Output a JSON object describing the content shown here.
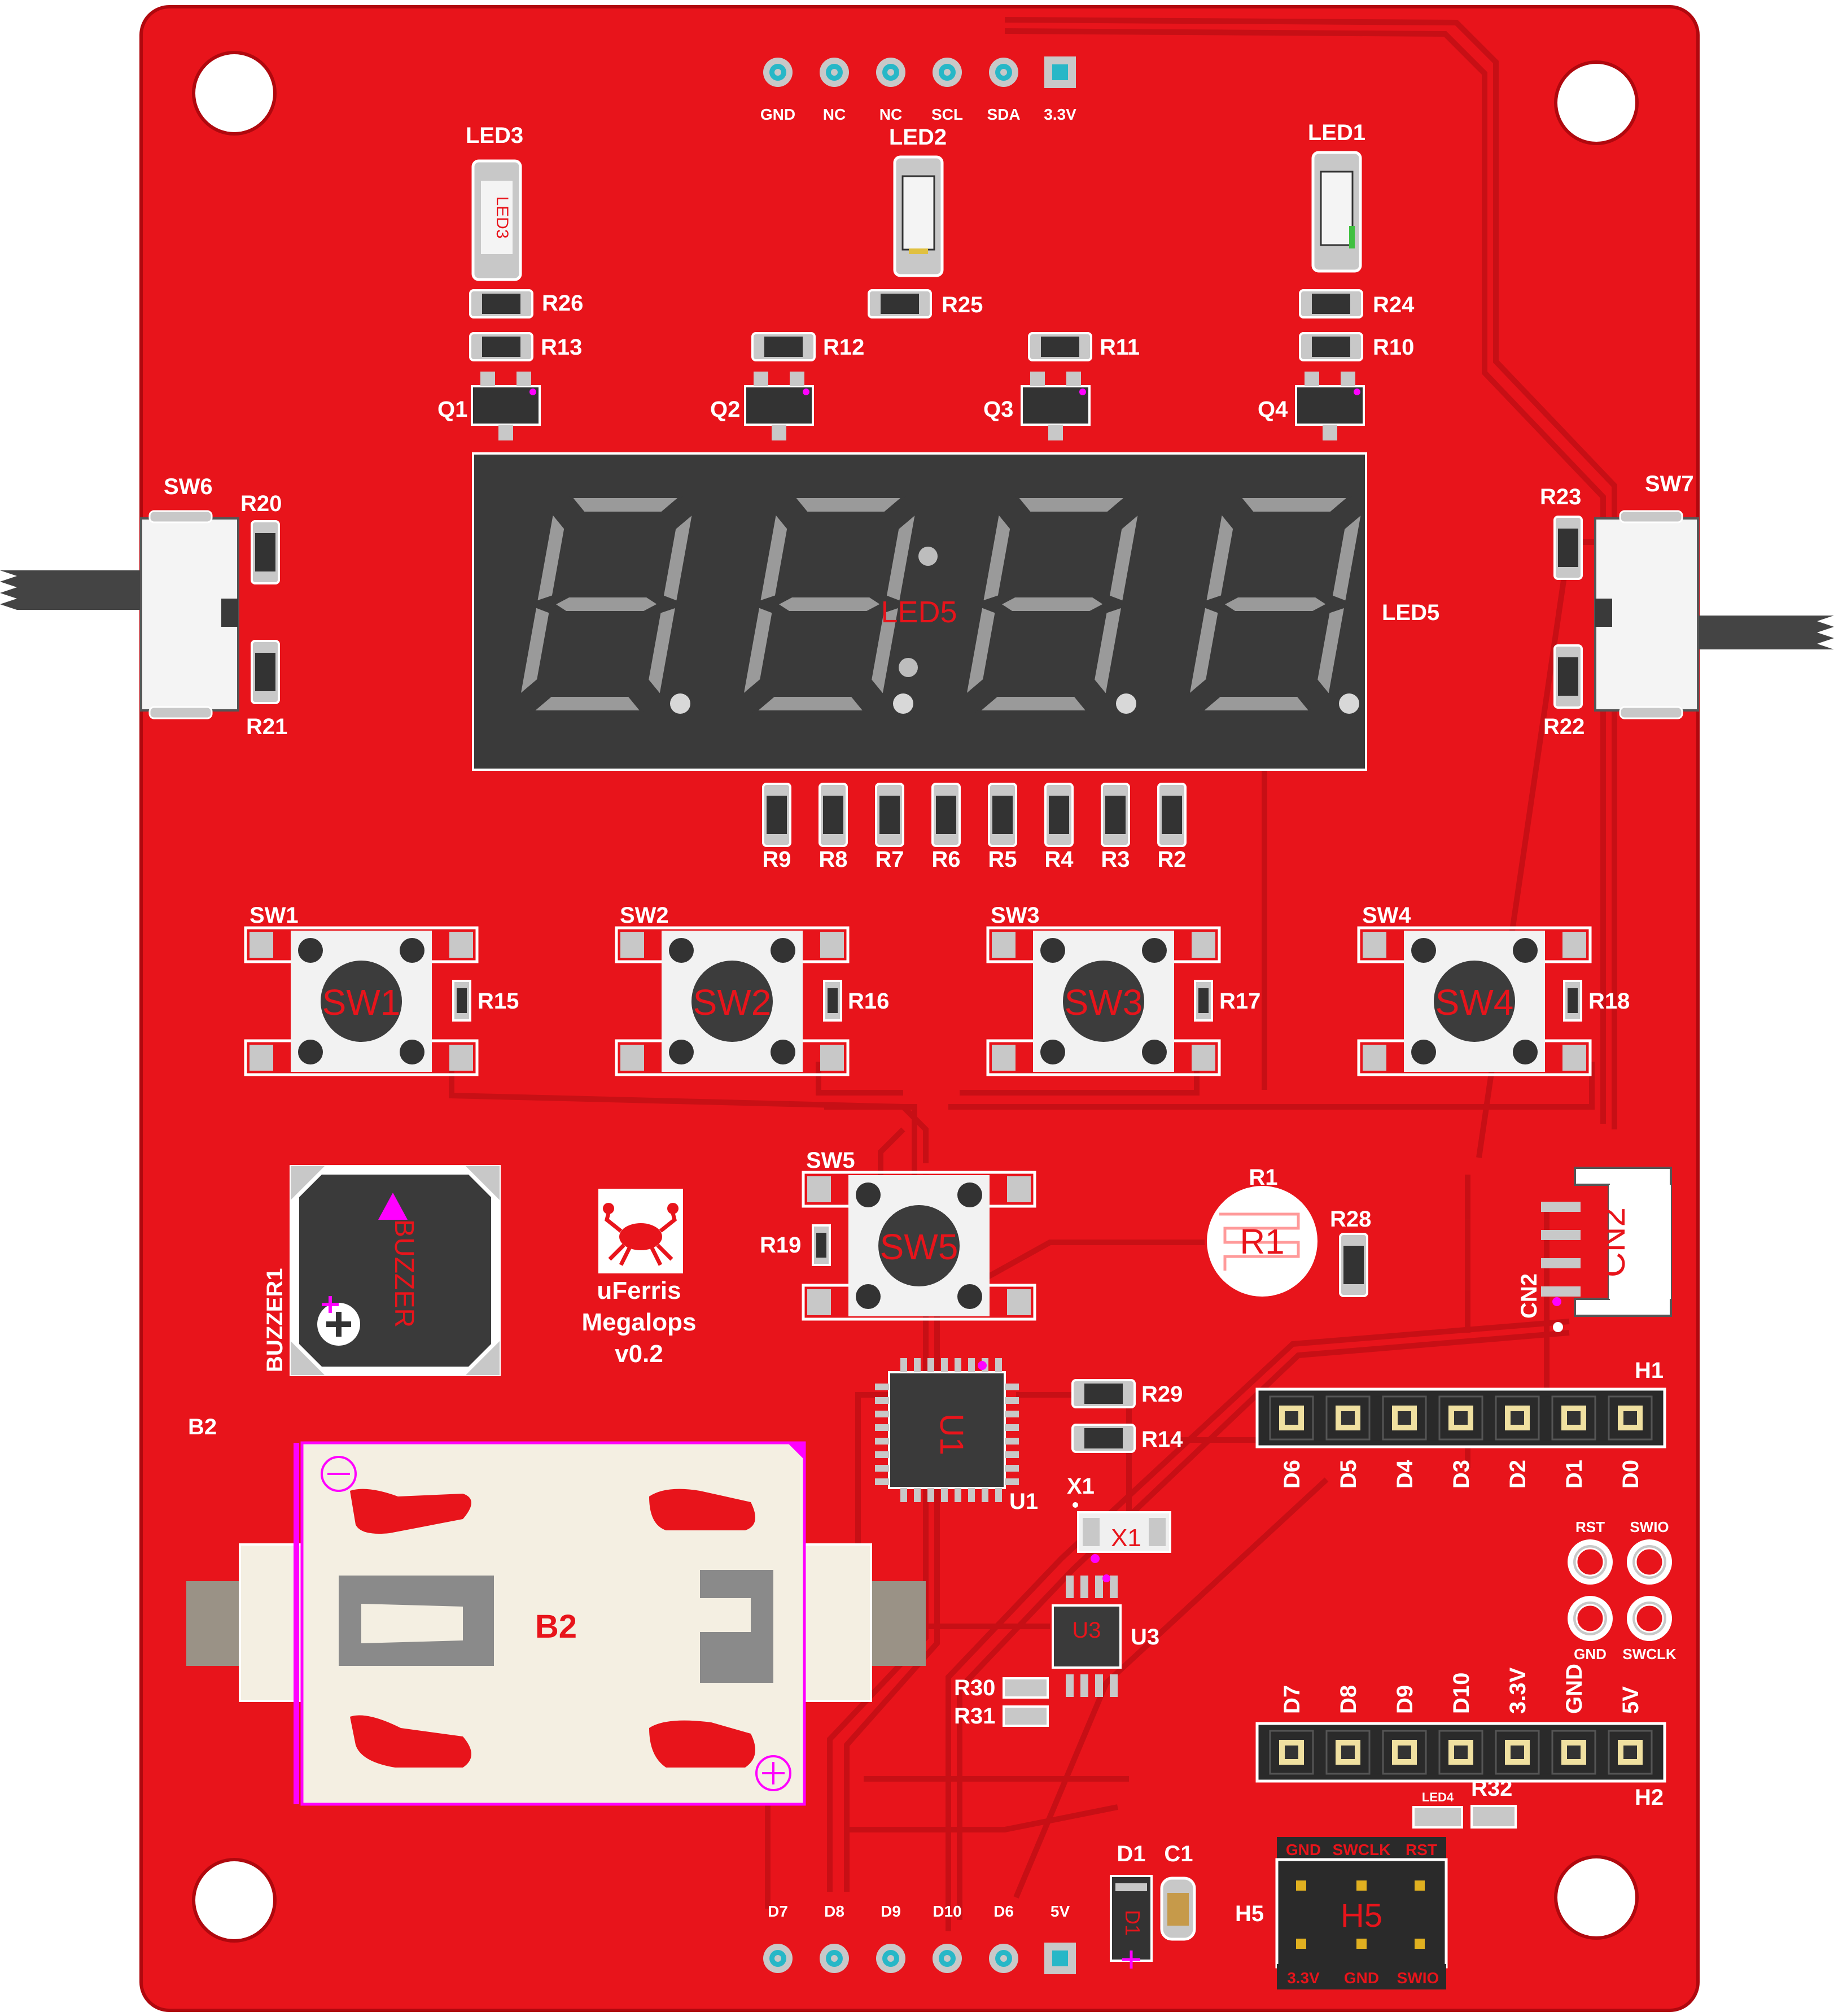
{
  "colors": {
    "board": "#e8141b",
    "board_edge": "#b0080e",
    "silk": "#ffffff",
    "pad": "#c8c8c8",
    "pad_teal": "#27b7c7",
    "display": "#3a3a3a",
    "segment": "#9a9a9a",
    "assembly": "#ff00ff",
    "copper": "#cf1016",
    "header_pin": "#e0b020"
  },
  "top_header": {
    "labels": [
      "GND",
      "NC",
      "NC",
      "SCL",
      "SDA",
      "3.3V"
    ]
  },
  "bottom_header": {
    "labels": [
      "D7",
      "D8",
      "D9",
      "D10",
      "D6",
      "5V"
    ]
  },
  "leds": {
    "led1": "LED1",
    "led2": "LED2",
    "led3": "LED3",
    "led4": "LED4"
  },
  "transistors": [
    "Q1",
    "Q2",
    "Q3",
    "Q4"
  ],
  "resistors": {
    "r24": "R24",
    "r25": "R25",
    "r26": "R26",
    "r10": "R10",
    "r11": "R11",
    "r12": "R12",
    "r13": "R13",
    "r20": "R20",
    "r21": "R21",
    "r22": "R22",
    "r23": "R23",
    "seg": [
      "R9",
      "R8",
      "R7",
      "R6",
      "R5",
      "R4",
      "R3",
      "R2"
    ],
    "r15": "R15",
    "r16": "R16",
    "r17": "R17",
    "r18": "R18",
    "r19": "R19",
    "r28": "R28",
    "r29": "R29",
    "r14": "R14",
    "r30": "R30",
    "r31": "R31",
    "r32": "R32"
  },
  "slide_switches": {
    "left": "SW6",
    "right": "SW7"
  },
  "display": {
    "name": "LED5",
    "overlay": "LED5"
  },
  "buttons": [
    {
      "name": "SW1",
      "ref": "SW1"
    },
    {
      "name": "SW2",
      "ref": "SW2"
    },
    {
      "name": "SW3",
      "ref": "SW3"
    },
    {
      "name": "SW4",
      "ref": "SW4"
    },
    {
      "name": "SW5",
      "ref": "SW5"
    }
  ],
  "buzzer": {
    "name": "BUZZER1",
    "body": "BUZZER"
  },
  "logo": {
    "line1": "uFerris",
    "line2": "Megalops",
    "line3": "v0.2"
  },
  "ldr": {
    "name": "R1",
    "body": "R1"
  },
  "cn2": {
    "name": "CN2",
    "body": "CN2"
  },
  "mcu": {
    "name": "U1",
    "body": "U1"
  },
  "crystal": {
    "name": "X1",
    "body": "X1"
  },
  "u3": {
    "name": "U3",
    "body": "U3"
  },
  "battery": {
    "name": "B2",
    "body": "B2"
  },
  "h1": {
    "name": "H1",
    "labels": [
      "D6",
      "D5",
      "D4",
      "D3",
      "D2",
      "D1",
      "D0"
    ]
  },
  "h2": {
    "name": "H2",
    "labels": [
      "D7",
      "D8",
      "D9",
      "D10",
      "3.3V",
      "GND",
      "5V"
    ]
  },
  "swd_pads": {
    "tl": "RST",
    "tr": "SWIO",
    "bl": "GND",
    "br": "SWCLK"
  },
  "diode": {
    "name": "D1",
    "body": "D1"
  },
  "cap": {
    "name": "C1"
  },
  "h5": {
    "name": "H5",
    "body": "H5",
    "top_labels": [
      "GND",
      "SWCLK",
      "RST"
    ],
    "bottom_labels": [
      "3.3V",
      "GND",
      "SWIO"
    ]
  }
}
